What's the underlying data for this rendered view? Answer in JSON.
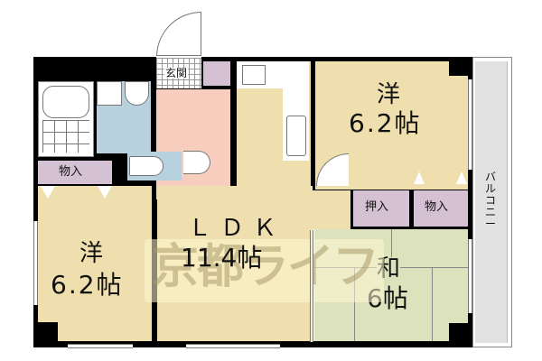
{
  "floorplan": {
    "rooms": {
      "western_right": {
        "type_label": "洋",
        "size_label": "6.2帖"
      },
      "western_left": {
        "type_label": "洋",
        "size_label": "6.2帖"
      },
      "ldk": {
        "type_label": "ＬＤＫ",
        "size_label": "11.4帖"
      },
      "japanese": {
        "type_label": "和",
        "size_label": "6帖"
      },
      "genkan": {
        "label": "玄関"
      },
      "closet_left": {
        "label": "物入"
      },
      "oshiire": {
        "label": "押入"
      },
      "closet_right": {
        "label": "物入"
      },
      "balcony": {
        "label": "バルコニー"
      }
    },
    "watermark": "京都ライフ",
    "colors": {
      "western": "#efdfae",
      "ldk": "#efdfae",
      "hallway": "#f7cdbd",
      "wet_area": "#b7d1df",
      "closet": "#d4c1d3",
      "japanese": "#dbe2bc",
      "balcony": "#e1e1e1",
      "wall": "#000000",
      "watermark": "#b9ac7f"
    }
  }
}
